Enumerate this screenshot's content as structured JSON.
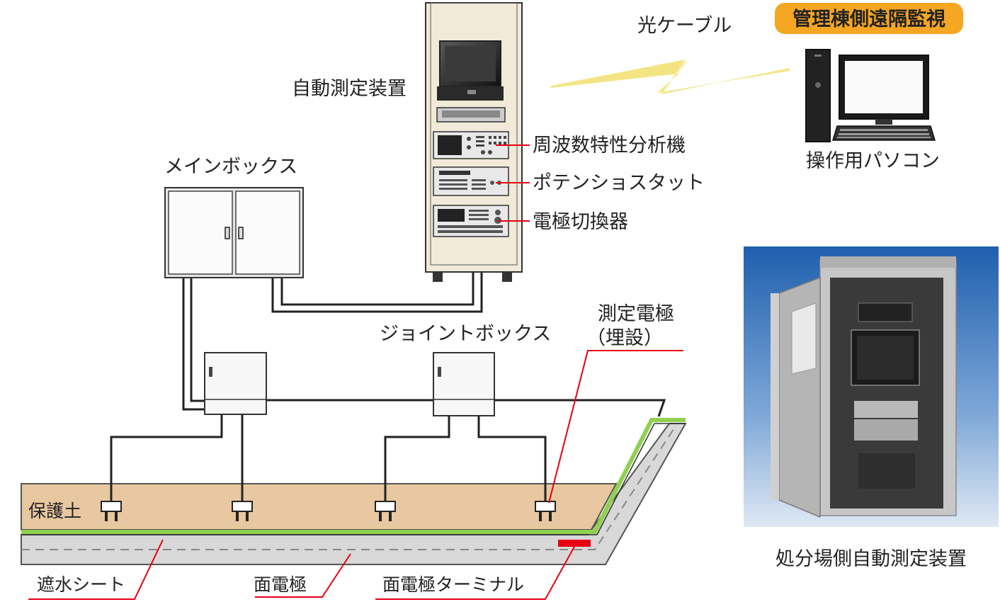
{
  "labels": {
    "optical_cable": "光ケーブル",
    "remote_monitoring": "管理棟側遠隔監視",
    "auto_measure_device": "自動測定装置",
    "freq_analyzer": "周波数特性分析機",
    "potentiostat": "ポテンショスタット",
    "electrode_switcher": "電極切換器",
    "operation_pc": "操作用パソコン",
    "main_box": "メインボックス",
    "measure_electrode": "測定電極",
    "buried": "（埋設）",
    "joint_box": "ジョイントボックス",
    "protective_soil": "保護土",
    "waterproof_sheet": "遮水シート",
    "surface_electrode": "面電極",
    "surface_electrode_terminal": "面電極ターミナル",
    "site_auto_device": "処分場側自動測定装置"
  },
  "colors": {
    "badge": "#f5a623",
    "soil": "#e8c8a0",
    "sheet_green": "#8fd14f",
    "leader_red": "#e60012",
    "terminal_red": "#e60012",
    "cabinet": "#f1ead8",
    "bolt_yellow": "#f2e27a"
  }
}
